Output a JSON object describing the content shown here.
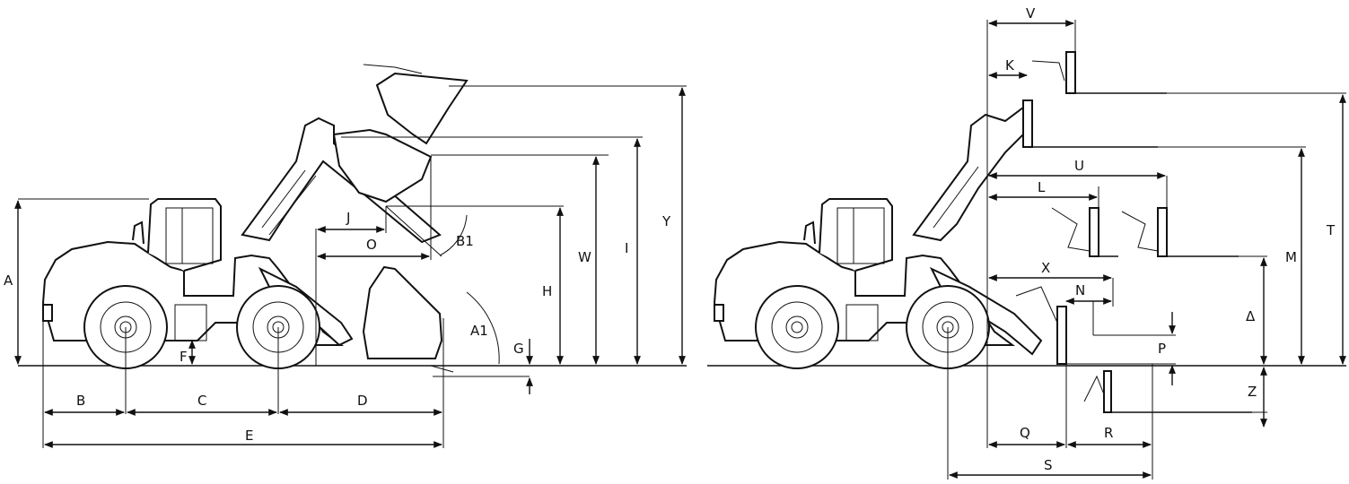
{
  "colors": {
    "line": "#111111",
    "background": "#ffffff"
  },
  "bucket_view": {
    "labels": {
      "A": "A",
      "B": "B",
      "C": "C",
      "D": "D",
      "E": "E",
      "F": "F",
      "G": "G",
      "H": "H",
      "I": "I",
      "J": "J",
      "O": "O",
      "W": "W",
      "Y": "Y",
      "A1": "A1",
      "B1": "B1"
    }
  },
  "fork_view": {
    "labels": {
      "V": "V",
      "K": "K",
      "U": "U",
      "L": "L",
      "X": "X",
      "N": "N",
      "P": "P",
      "Q": "Q",
      "R": "R",
      "S": "S",
      "T": "T",
      "M": "M",
      "Z": "Z",
      "Delta": "Δ"
    }
  }
}
